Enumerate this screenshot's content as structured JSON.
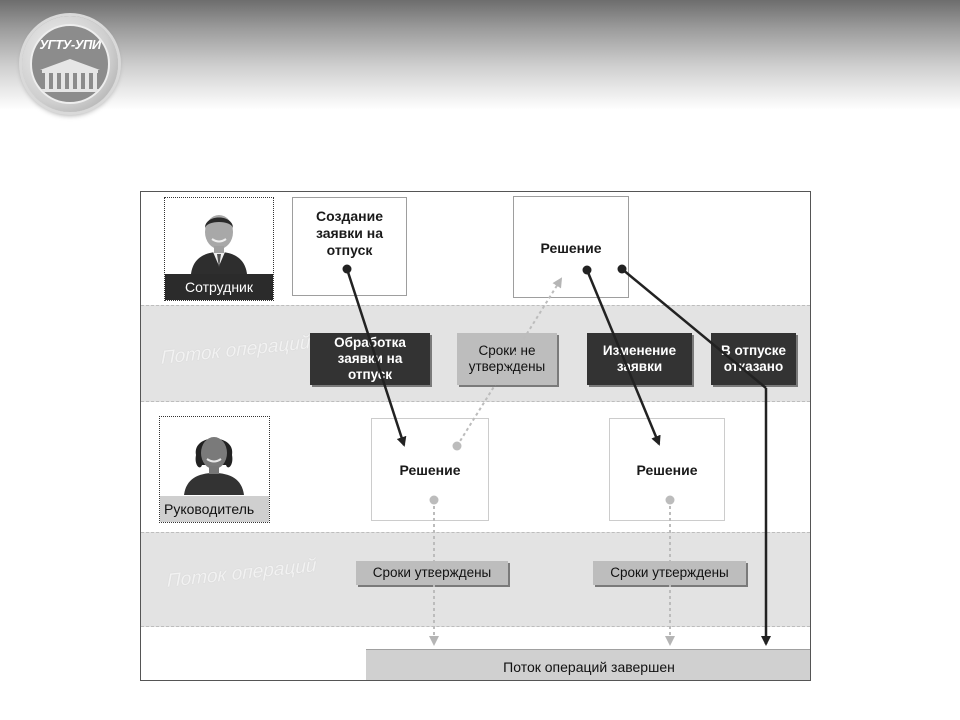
{
  "logo": {
    "text": "УГТУ-УПИ"
  },
  "diagram": {
    "roles": {
      "employee": "Сотрудник",
      "manager": "Руководитель"
    },
    "band_label": "Поток операций",
    "boxes": {
      "create_request": "Создание заявки на отпуск",
      "decision_top": "Решение",
      "decision_left": "Решение",
      "decision_right": "Решение"
    },
    "tags": {
      "processing": "Обработка заявки на отпуск",
      "dates_not_approved": "Сроки не утверждены",
      "change_request": "Изменение заявки",
      "leave_denied": "В отпуске отказано",
      "dates_approved_1": "Сроки утверждены",
      "dates_approved_2": "Сроки утверждены"
    },
    "finish": "Поток операций завершен"
  }
}
